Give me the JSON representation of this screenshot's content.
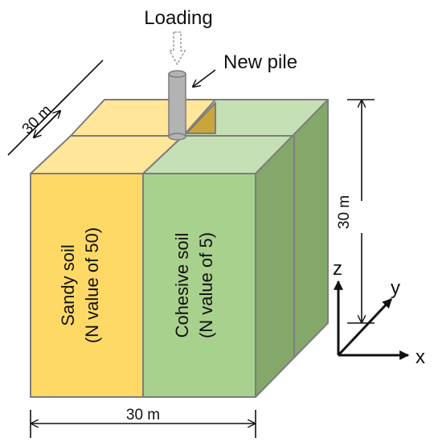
{
  "labels": {
    "loading": "Loading",
    "new_pile": "New pile",
    "sandy_line1": "Sandy soil",
    "sandy_line2": "(N value of 50)",
    "cohesive_line1": "Cohesive soil",
    "cohesive_line2": "(N value of 5)",
    "dim_depth": "30 m",
    "dim_height": "30 m",
    "dim_width": "30 m",
    "axis_x": "x",
    "axis_y": "y",
    "axis_z": "z"
  },
  "colors": {
    "sandy_front": "#ffd966",
    "sandy_top": "#ffe699",
    "cohesive_front": "#a9d18e",
    "cohesive_top": "#c5e0b4",
    "cohesive_side": "#84a86a",
    "pile": "#b3b3b3",
    "pile_slot": "#c9a53a",
    "edge": "#7d7d7d"
  }
}
